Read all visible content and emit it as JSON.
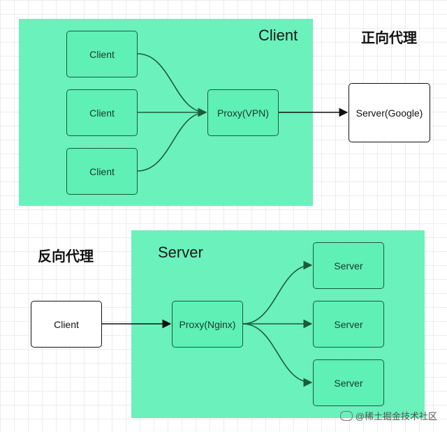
{
  "forward": {
    "heading": "正向代理",
    "zone_title": "Client",
    "clients": [
      "Client",
      "Client",
      "Client"
    ],
    "proxy": "Proxy(VPN)",
    "server": "Server(Google)"
  },
  "reverse": {
    "heading": "反向代理",
    "zone_title": "Server",
    "client": "Client",
    "proxy": "Proxy(Nginx)",
    "servers": [
      "Server",
      "Server",
      "Server"
    ]
  },
  "watermark": "@稀土掘金技术社区",
  "colors": {
    "zone": "#5ef0b5",
    "edge": "#1c5a3a"
  }
}
